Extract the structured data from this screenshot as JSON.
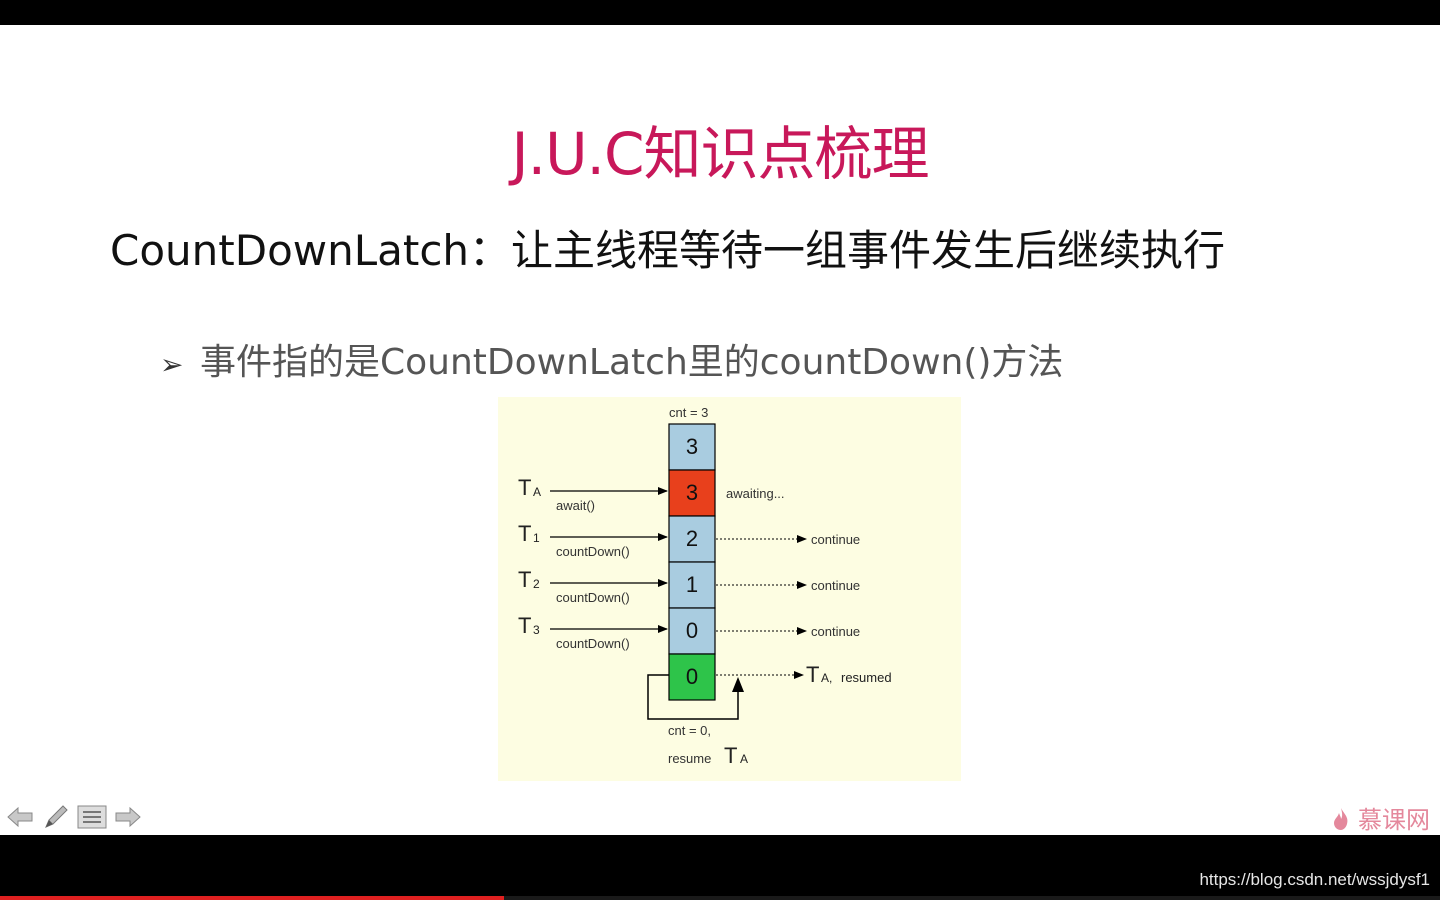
{
  "slide": {
    "title": "J.U.C知识点梳理",
    "subtitle": "CountDownLatch：让主线程等待一组事件发生后继续执行",
    "bullet_marker": "➢",
    "bullet_text": "事件指的是CountDownLatch里的countDown()方法"
  },
  "diagram": {
    "top_label": "cnt = 3",
    "boxes": [
      {
        "value": "3",
        "color": "#a9cce0"
      },
      {
        "value": "3",
        "color": "#e8401c"
      },
      {
        "value": "2",
        "color": "#a9cce0"
      },
      {
        "value": "1",
        "color": "#a9cce0"
      },
      {
        "value": "0",
        "color": "#a9cce0"
      },
      {
        "value": "0",
        "color": "#2ec44a"
      }
    ],
    "threads": [
      {
        "name": "T",
        "sub": "A",
        "call": "await()"
      },
      {
        "name": "T",
        "sub": "1",
        "call": "countDown()"
      },
      {
        "name": "T",
        "sub": "2",
        "call": "countDown()"
      },
      {
        "name": "T",
        "sub": "3",
        "call": "countDown()"
      }
    ],
    "right_labels": [
      "awaiting...",
      "continue",
      "continue",
      "continue"
    ],
    "resumed_name": "T",
    "resumed_sub": "A,",
    "resumed_text": "resumed",
    "bottom_label_1": "cnt = 0,",
    "bottom_label_2": "resume",
    "bottom_T": "T",
    "bottom_sub": "A"
  },
  "controls": {
    "prev_icon": "arrow-left-icon",
    "pen_icon": "pen-icon",
    "menu_icon": "menu-icon",
    "next_icon": "arrow-right-icon"
  },
  "logo": "慕课网",
  "watermark": "https://blog.csdn.net/wssjdysf1",
  "video_progress": 0.35
}
